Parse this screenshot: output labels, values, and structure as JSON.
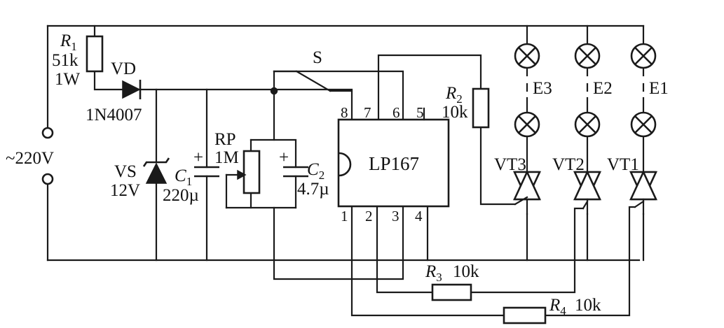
{
  "supply": {
    "label": "~220V"
  },
  "r1": {
    "name": "R",
    "sub": "1",
    "value": "51k",
    "power": "1W"
  },
  "vd": {
    "name": "VD",
    "part": "1N4007"
  },
  "vs": {
    "name": "VS",
    "value": "12V"
  },
  "c1": {
    "name": "C",
    "sub": "1",
    "value": "220µ"
  },
  "rp": {
    "name": "RP",
    "value": "1M"
  },
  "c2": {
    "name": "C",
    "sub": "2",
    "value": "4.7µ"
  },
  "switch": {
    "name": "S"
  },
  "ic": {
    "name": "LP167",
    "pins": {
      "p1": "1",
      "p2": "2",
      "p3": "3",
      "p4": "4",
      "p5": "5",
      "p6": "6",
      "p7": "7",
      "p8": "8"
    }
  },
  "r2": {
    "name": "R",
    "sub": "2",
    "value": "10k"
  },
  "r3": {
    "name": "R",
    "sub": "3",
    "value": "10k"
  },
  "r4": {
    "name": "R",
    "sub": "4",
    "value": "10k"
  },
  "lamps": {
    "e1": "E1",
    "e2": "E2",
    "e3": "E3"
  },
  "thyristors": {
    "vt1": "VT1",
    "vt2": "VT2",
    "vt3": "VT3"
  },
  "polarity": {
    "plus": "+"
  }
}
